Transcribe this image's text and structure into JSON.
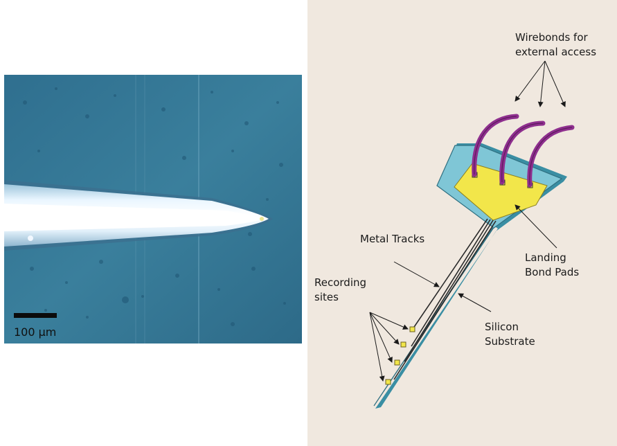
{
  "micrograph": {
    "scale_bar_label": "100 µm"
  },
  "schematic": {
    "labels": {
      "wirebonds": "Wirebonds for\nexternal access",
      "metal_tracks": "Metal Tracks",
      "landing_pads": "Landing\nBond Pads",
      "recording_sites": "Recording\nsites",
      "silicon_substrate": "Silicon\nSubstrate"
    },
    "colors": {
      "substrate": "#7fc6d6",
      "bond_pad_area": "#f2e64a",
      "wirebond": "#8e2f8e",
      "metal_track": "#2a2a2a",
      "recording_site": "#f2e64a",
      "background": "#f0e8df"
    }
  }
}
